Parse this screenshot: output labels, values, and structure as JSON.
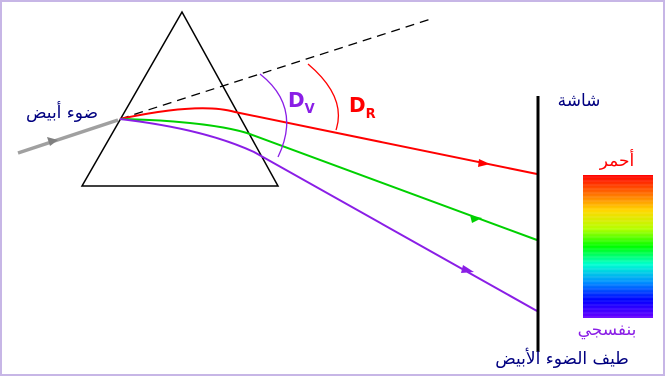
{
  "labels": {
    "white_light": "ضوء أبيض",
    "screen": "شاشة",
    "red": "أحمر",
    "violet": "بنفسجي",
    "spectrum_caption": "طيف الضوء الأبيض"
  },
  "angles": {
    "violet": {
      "main": "D",
      "sub": "V"
    },
    "red": {
      "main": "D",
      "sub": "R"
    }
  },
  "colors": {
    "frame": "#c7b6e6",
    "prism": "#000000",
    "incident_ray": "#a0a0a0",
    "reference_line": "#000000",
    "red_ray": "#ff0000",
    "green_ray": "#00d000",
    "violet_ray": "#8a1ee6",
    "red_label": "#ff0000",
    "violet_label": "#8a1ee6",
    "caption_text": "#000080",
    "spectrum": [
      "#ff0000",
      "#ff6a00",
      "#ffd800",
      "#b6ff00",
      "#00ff00",
      "#00ffd0",
      "#0090ff",
      "#0000ff",
      "#6a00ff"
    ]
  }
}
